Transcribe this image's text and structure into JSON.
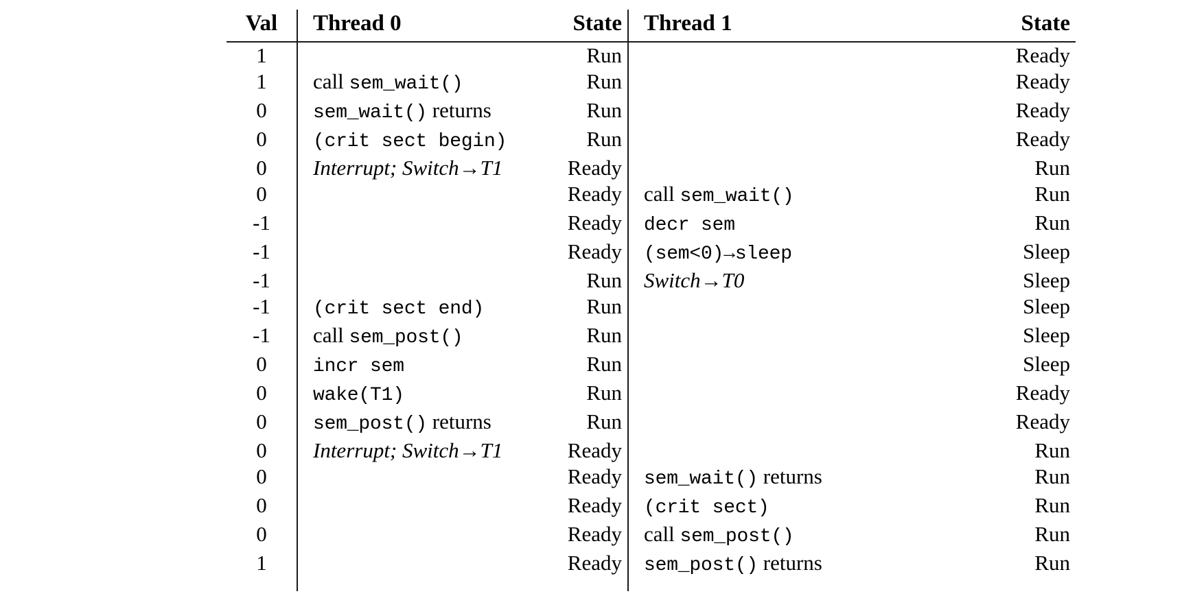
{
  "table": {
    "name": "semaphore-thread-trace",
    "columns": [
      {
        "key": "val",
        "label": "Val",
        "align": "center"
      },
      {
        "key": "t0",
        "label": "Thread 0",
        "align": "left"
      },
      {
        "key": "st0",
        "label": "State",
        "align": "right"
      },
      {
        "key": "t1",
        "label": "Thread 1",
        "align": "left"
      },
      {
        "key": "st1",
        "label": "State",
        "align": "right"
      }
    ],
    "rows": [
      {
        "val": "1",
        "t0": "",
        "st0": "Run",
        "t1": "",
        "st1": "Ready"
      },
      {
        "val": "1",
        "t0": "call sem_wait()",
        "st0": "Run",
        "t1": "",
        "st1": "Ready"
      },
      {
        "val": "0",
        "t0": "sem_wait() returns",
        "st0": "Run",
        "t1": "",
        "st1": "Ready"
      },
      {
        "val": "0",
        "t0": "(crit sect begin)",
        "st0": "Run",
        "t1": "",
        "st1": "Ready"
      },
      {
        "val": "0",
        "t0": "Interrupt; Switch→T1",
        "st0": "Ready",
        "t1": "",
        "st1": "Run"
      },
      {
        "val": "0",
        "t0": "",
        "st0": "Ready",
        "t1": "call sem_wait()",
        "st1": "Run"
      },
      {
        "val": "-1",
        "t0": "",
        "st0": "Ready",
        "t1": "decr sem",
        "st1": "Run"
      },
      {
        "val": "-1",
        "t0": "",
        "st0": "Ready",
        "t1": "(sem<0)→sleep",
        "st1": "Sleep"
      },
      {
        "val": "-1",
        "t0": "",
        "st0": "Run",
        "t1": "Switch→T0",
        "st1": "Sleep"
      },
      {
        "val": "-1",
        "t0": "(crit sect end)",
        "st0": "Run",
        "t1": "",
        "st1": "Sleep"
      },
      {
        "val": "-1",
        "t0": "call sem_post()",
        "st0": "Run",
        "t1": "",
        "st1": "Sleep"
      },
      {
        "val": "0",
        "t0": "incr sem",
        "st0": "Run",
        "t1": "",
        "st1": "Sleep"
      },
      {
        "val": "0",
        "t0": "wake(T1)",
        "st0": "Run",
        "t1": "",
        "st1": "Ready"
      },
      {
        "val": "0",
        "t0": "sem_post() returns",
        "st0": "Run",
        "t1": "",
        "st1": "Ready"
      },
      {
        "val": "0",
        "t0": "Interrupt; Switch→T1",
        "st0": "Ready",
        "t1": "",
        "st1": "Run"
      },
      {
        "val": "0",
        "t0": "",
        "st0": "Ready",
        "t1": "sem_wait() returns",
        "st1": "Run"
      },
      {
        "val": "0",
        "t0": "",
        "st0": "Ready",
        "t1": "(crit sect)",
        "st1": "Run"
      },
      {
        "val": "0",
        "t0": "",
        "st0": "Ready",
        "t1": "call sem_post()",
        "st1": "Run"
      },
      {
        "val": "1",
        "t0": "",
        "st0": "Ready",
        "t1": "sem_post() returns",
        "st1": "Run"
      }
    ],
    "cell_styles": {
      "note": "rendering hints: 'mono' = typewriter code font, 'rm' = roman serif, 'it' = italic",
      "rows": [
        {
          "t0": [],
          "t1": []
        },
        {
          "t0": [
            [
              "rm",
              "call "
            ],
            [
              "mono",
              "sem_wait()"
            ]
          ],
          "t1": []
        },
        {
          "t0": [
            [
              "mono",
              "sem_wait()"
            ],
            [
              "rm",
              " returns"
            ]
          ],
          "t1": []
        },
        {
          "t0": [
            [
              "mono",
              " (crit sect begin)"
            ]
          ],
          "t1": []
        },
        {
          "t0": [
            [
              "it",
              "Interrupt; Switch→T1"
            ]
          ],
          "t1": []
        },
        {
          "t0": [],
          "t1": [
            [
              "rm",
              "call "
            ],
            [
              "mono",
              "sem_wait()"
            ]
          ]
        },
        {
          "t0": [],
          "t1": [
            [
              "mono",
              " decr sem"
            ]
          ]
        },
        {
          "t0": [],
          "t1": [
            [
              "mono",
              " (sem<0)→sleep"
            ]
          ]
        },
        {
          "t0": [],
          "t1": [
            [
              "it",
              "Switch→T0"
            ]
          ]
        },
        {
          "t0": [
            [
              "mono",
              " (crit sect end)"
            ]
          ],
          "t1": []
        },
        {
          "t0": [
            [
              "rm",
              "call "
            ],
            [
              "mono",
              "sem_post()"
            ]
          ],
          "t1": []
        },
        {
          "t0": [
            [
              "mono",
              " incr sem"
            ]
          ],
          "t1": []
        },
        {
          "t0": [
            [
              "mono",
              " wake(T1)"
            ]
          ],
          "t1": []
        },
        {
          "t0": [
            [
              "mono",
              "sem_post()"
            ],
            [
              "rm",
              " returns"
            ]
          ],
          "t1": []
        },
        {
          "t0": [
            [
              "it",
              "Interrupt; Switch→T1"
            ]
          ],
          "t1": []
        },
        {
          "t0": [],
          "t1": [
            [
              "mono",
              "sem_wait()"
            ],
            [
              "rm",
              " returns"
            ]
          ]
        },
        {
          "t0": [],
          "t1": [
            [
              "mono",
              " (crit sect)"
            ]
          ]
        },
        {
          "t0": [],
          "t1": [
            [
              "rm",
              "call "
            ],
            [
              "mono",
              "sem_post()"
            ]
          ]
        },
        {
          "t0": [],
          "t1": [
            [
              "mono",
              "sem_post()"
            ],
            [
              "rm",
              " returns"
            ]
          ]
        }
      ]
    }
  },
  "colors": {
    "rule": "#1a1a1a",
    "text": "#000000",
    "background": "#ffffff"
  }
}
